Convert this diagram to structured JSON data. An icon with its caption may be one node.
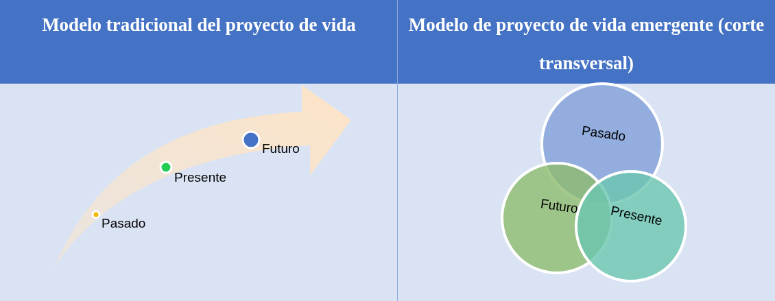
{
  "diagram": {
    "nodes": [
      {
        "text": [
          "Pasado"
        ]
      },
      {
        "text": [
          "Presente"
        ]
      },
      {
        "text": [
          "Futuro"
        ]
      },
      {
        "text": [
          "Pasado"
        ]
      },
      {
        "text": [
          "Futuro"
        ]
      },
      {
        "text": [
          "Presente"
        ]
      }
    ],
    "labels": [
      "Modelo tradicional del proyecto de vida",
      "Modelo de proyecto de vida emergente (corte transversal)"
    ]
  }
}
